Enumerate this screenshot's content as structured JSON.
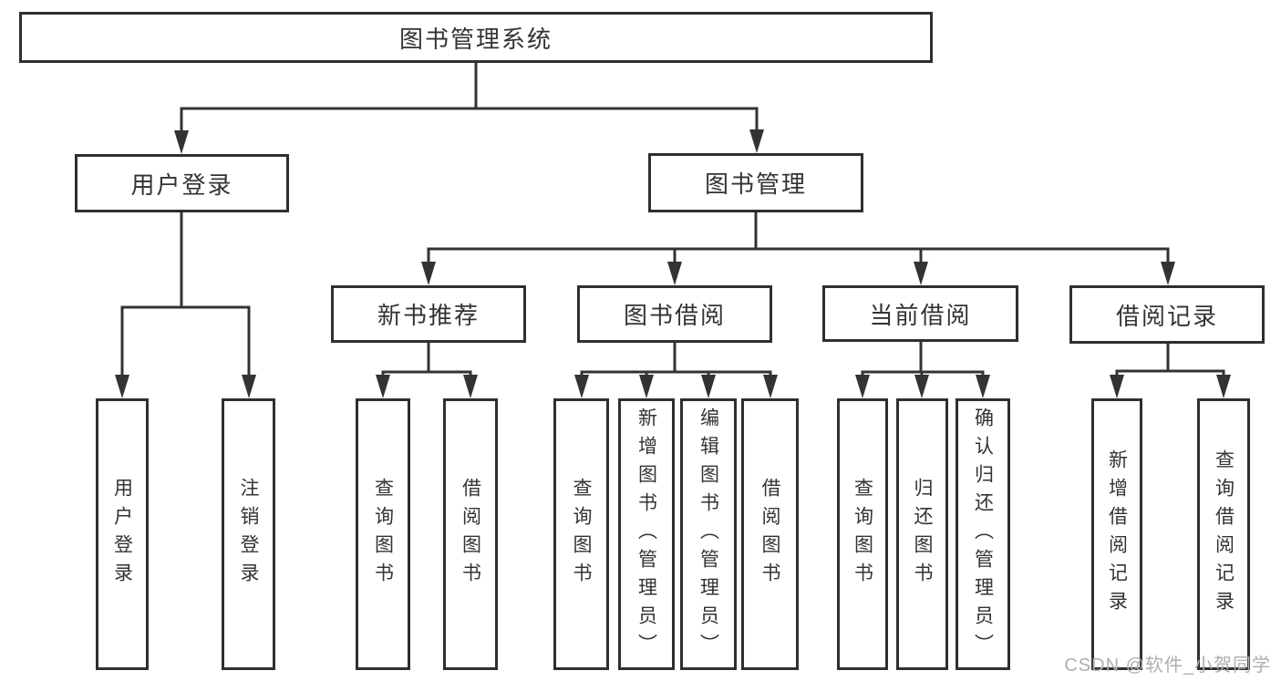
{
  "diagram": {
    "root": {
      "label": "图书管理系统"
    },
    "level2": {
      "user_login": {
        "label": "用户登录",
        "children": {
          "login": {
            "label": "用户登录"
          },
          "logout": {
            "label": "注销登录"
          }
        }
      },
      "book_mgmt": {
        "label": "图书管理",
        "children": {
          "new_book_rec": {
            "label": "新书推荐",
            "children": {
              "query_book": {
                "label": "查询图书"
              },
              "borrow_book": {
                "label": "借阅图书"
              }
            }
          },
          "book_borrow": {
            "label": "图书借阅",
            "children": {
              "query_book": {
                "label": "查询图书"
              },
              "add_book": {
                "label": "新增图书（管理员）"
              },
              "edit_book": {
                "label": "编辑图书（管理员）"
              },
              "borrow_book": {
                "label": "借阅图书"
              }
            }
          },
          "current_borrow": {
            "label": "当前借阅",
            "children": {
              "query_book": {
                "label": "查询图书"
              },
              "return_book": {
                "label": "归还图书"
              },
              "confirm_return": {
                "label": "确认归还（管理员）"
              }
            }
          },
          "borrow_records": {
            "label": "借阅记录",
            "children": {
              "add_record": {
                "label": "新增借阅记录"
              },
              "query_record": {
                "label": "查询借阅记录"
              }
            }
          }
        }
      }
    }
  },
  "watermark": {
    "text": "CSDN @软件_小贺同学"
  },
  "colors": {
    "line": "#333333",
    "box_border": "#2f2f2f",
    "text": "#333333",
    "background": "#ffffff",
    "watermark_text": "#aeaeae"
  }
}
